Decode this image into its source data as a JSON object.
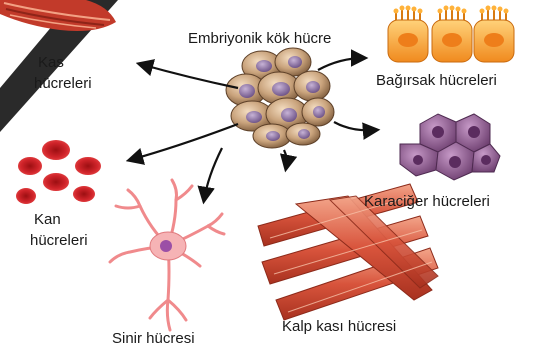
{
  "center": {
    "label": "Embriyonik kök hücre"
  },
  "cells": {
    "muscle": {
      "line1": "Kas",
      "line2": "hücreleri"
    },
    "intestine": {
      "label": "Bağırsak hücreleri"
    },
    "liver": {
      "label": "Karaciğer hücreleri"
    },
    "blood": {
      "line1": "Kan",
      "line2": "hücreleri"
    },
    "nerve": {
      "label": "Sinir hücresi"
    },
    "heart": {
      "label": "Kalp kası hücresi"
    }
  }
}
